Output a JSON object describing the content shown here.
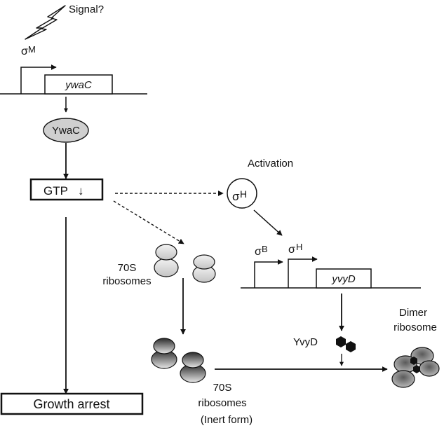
{
  "signal": {
    "label": "Signal?"
  },
  "sigma_m": {
    "symbol": "σ",
    "sub": "M"
  },
  "ywac_gene": {
    "label": "ywaC"
  },
  "ywac_protein": {
    "label": "YwaC"
  },
  "gtp": {
    "label": "GTP",
    "arrow": "↓"
  },
  "growth_arrest": {
    "label": "Growth arrest"
  },
  "activation": {
    "label": "Activation"
  },
  "sigma_h_circle": {
    "symbol": "σ",
    "sub": "H"
  },
  "sigma_b_promoter": {
    "symbol": "σ",
    "sub": "B"
  },
  "sigma_h_promoter": {
    "symbol": "σ",
    "sub": "H"
  },
  "yvyd_gene": {
    "label": "yvyD"
  },
  "ribosomes_active": {
    "line1": "70S",
    "line2": "ribosomes"
  },
  "ribosomes_inert": {
    "line1": "70S",
    "line2": "ribosomes",
    "line3": "(Inert form)"
  },
  "yvyd_protein": {
    "label": "YvyD"
  },
  "dimer": {
    "line1": "Dimer",
    "line2": "ribosome"
  }
}
